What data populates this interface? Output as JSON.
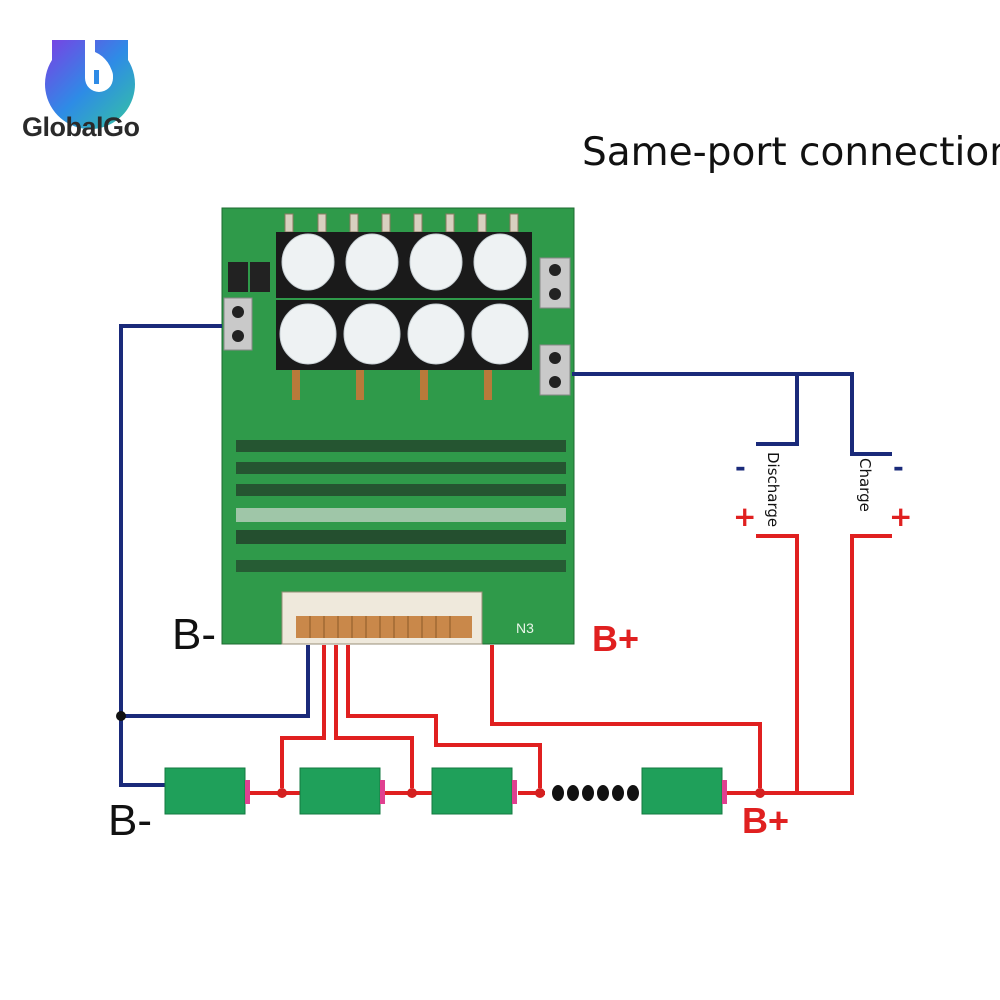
{
  "brand": {
    "name": "GlobalGo"
  },
  "title": "Same-port connection",
  "board": {
    "connector_label": "N3"
  },
  "terminals": {
    "board_negative": "B-",
    "board_positive": "B+",
    "pack_negative": "B-",
    "pack_positive": "B+"
  },
  "loads": {
    "discharge": {
      "label": "Discharge",
      "minus": "-",
      "plus": "+"
    },
    "charge": {
      "label": "Charge",
      "minus": "-",
      "plus": "+"
    }
  },
  "colors": {
    "negative_wire": "#1a2a7a",
    "positive_wire": "#e02020",
    "cell": "#1fa05a",
    "board": "#2f9a4a"
  }
}
